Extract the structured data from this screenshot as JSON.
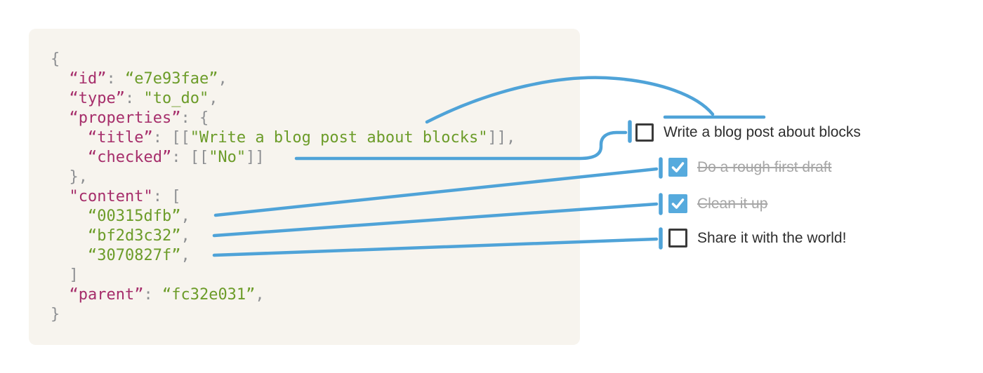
{
  "code_panel": {
    "background": "#F7F4EE",
    "token_colors": {
      "key": "#A62E6B",
      "string": "#6C9C29",
      "punct": "#8E9093"
    },
    "lines": [
      [
        [
          "p",
          "{"
        ]
      ],
      [
        [
          "p",
          "  "
        ],
        [
          "k",
          "“id”"
        ],
        [
          "p",
          ": "
        ],
        [
          "s",
          "“e7e93fae”"
        ],
        [
          "p",
          ","
        ]
      ],
      [
        [
          "p",
          "  "
        ],
        [
          "k",
          "“type”"
        ],
        [
          "p",
          ": "
        ],
        [
          "s",
          "\"to_do\""
        ],
        [
          "p",
          ","
        ]
      ],
      [
        [
          "p",
          "  "
        ],
        [
          "k",
          "“properties”"
        ],
        [
          "p",
          ": {"
        ]
      ],
      [
        [
          "p",
          "    "
        ],
        [
          "k",
          "“title”"
        ],
        [
          "p",
          ": [["
        ],
        [
          "s",
          "\"Write a blog post about blocks\""
        ],
        [
          "p",
          "]],"
        ]
      ],
      [
        [
          "p",
          "    "
        ],
        [
          "k",
          "“checked”"
        ],
        [
          "p",
          ": [["
        ],
        [
          "s",
          "\"No\""
        ],
        [
          "p",
          "]]"
        ]
      ],
      [
        [
          "p",
          "  },"
        ]
      ],
      [
        [
          "p",
          "  "
        ],
        [
          "k",
          "\"content\""
        ],
        [
          "p",
          ": ["
        ]
      ],
      [
        [
          "p",
          "    "
        ],
        [
          "s",
          "“00315dfb”"
        ],
        [
          "p",
          ","
        ]
      ],
      [
        [
          "p",
          "    "
        ],
        [
          "s",
          "“bf2d3c32”"
        ],
        [
          "p",
          ","
        ]
      ],
      [
        [
          "p",
          "    "
        ],
        [
          "s",
          "“3070827f”"
        ],
        [
          "p",
          ","
        ]
      ],
      [
        [
          "p",
          "  ]"
        ]
      ],
      [
        [
          "p",
          "  "
        ],
        [
          "k",
          "“parent”"
        ],
        [
          "p",
          ": "
        ],
        [
          "s",
          "“fc32e031”"
        ],
        [
          "p",
          ","
        ]
      ],
      [
        [
          "p",
          "}"
        ]
      ]
    ]
  },
  "todo_list": {
    "items": [
      {
        "label": "Write a blog post about blocks",
        "checked": false
      },
      {
        "label": "Do a rough first draft",
        "checked": true
      },
      {
        "label": "Clean it up",
        "checked": true
      },
      {
        "label": "Share it with the world!",
        "checked": false
      }
    ],
    "text_color": "#2E2E2E",
    "completed_text_color": "#A6A6A6",
    "checkbox_checked_color": "#56AADD"
  },
  "connectors": {
    "color": "#4FA3D8",
    "links": [
      {
        "from": "title",
        "to": "todo-1-text"
      },
      {
        "from": "checked",
        "to": "todo-1-checkbox"
      },
      {
        "from": "00315dfb",
        "to": "todo-2"
      },
      {
        "from": "bf2d3c32",
        "to": "todo-3"
      },
      {
        "from": "3070827f",
        "to": "todo-4"
      }
    ]
  }
}
